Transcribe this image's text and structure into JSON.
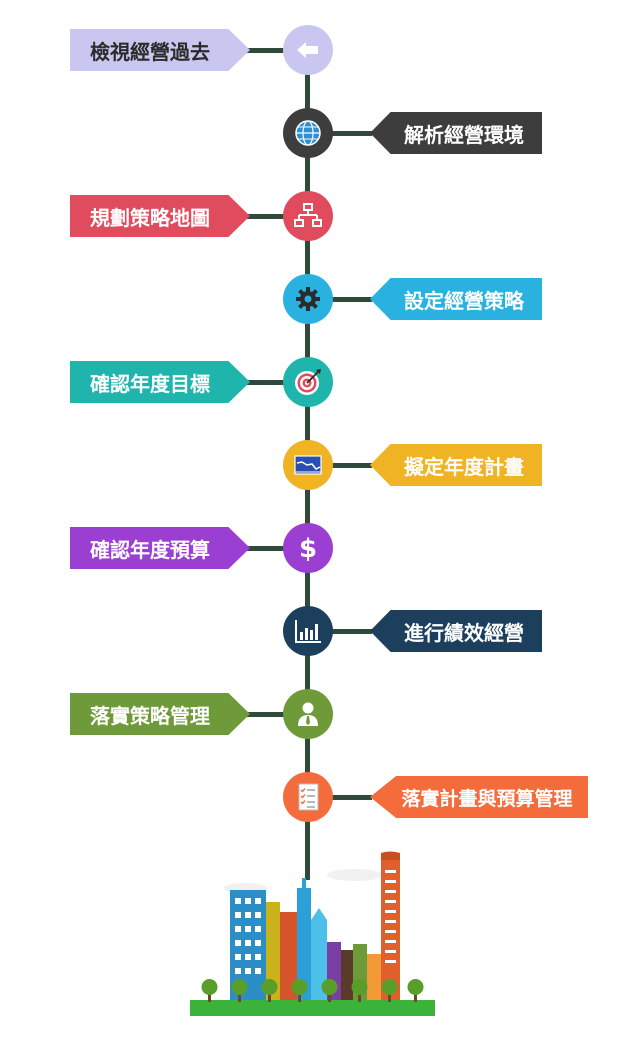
{
  "steps": [
    {
      "label": "檢視經營過去",
      "side": "left",
      "color": "#c9c7ef",
      "icon": "arrow-left-icon"
    },
    {
      "label": "解析經營環境",
      "side": "right",
      "color": "#3d3d3d",
      "icon": "globe-icon"
    },
    {
      "label": "規劃策略地圖",
      "side": "left",
      "color": "#e04b5e",
      "icon": "sitemap-icon"
    },
    {
      "label": "設定經營策略",
      "side": "right",
      "color": "#29b2e0",
      "icon": "gear-icon"
    },
    {
      "label": "確認年度目標",
      "side": "left",
      "color": "#1fb5ad",
      "icon": "target-icon"
    },
    {
      "label": "擬定年度計畫",
      "side": "right",
      "color": "#f0b323",
      "icon": "plan-chart-icon"
    },
    {
      "label": "確認年度預算",
      "side": "left",
      "color": "#9b3fd2",
      "icon": "dollar-icon"
    },
    {
      "label": "進行績效經營",
      "side": "right",
      "color": "#1d3f5e",
      "icon": "bar-chart-icon"
    },
    {
      "label": "落實策略管理",
      "side": "left",
      "color": "#6f9a39",
      "icon": "manager-icon"
    },
    {
      "label": "落實計畫與預算管理",
      "side": "right",
      "color": "#f46b3c",
      "icon": "checklist-icon"
    }
  ]
}
